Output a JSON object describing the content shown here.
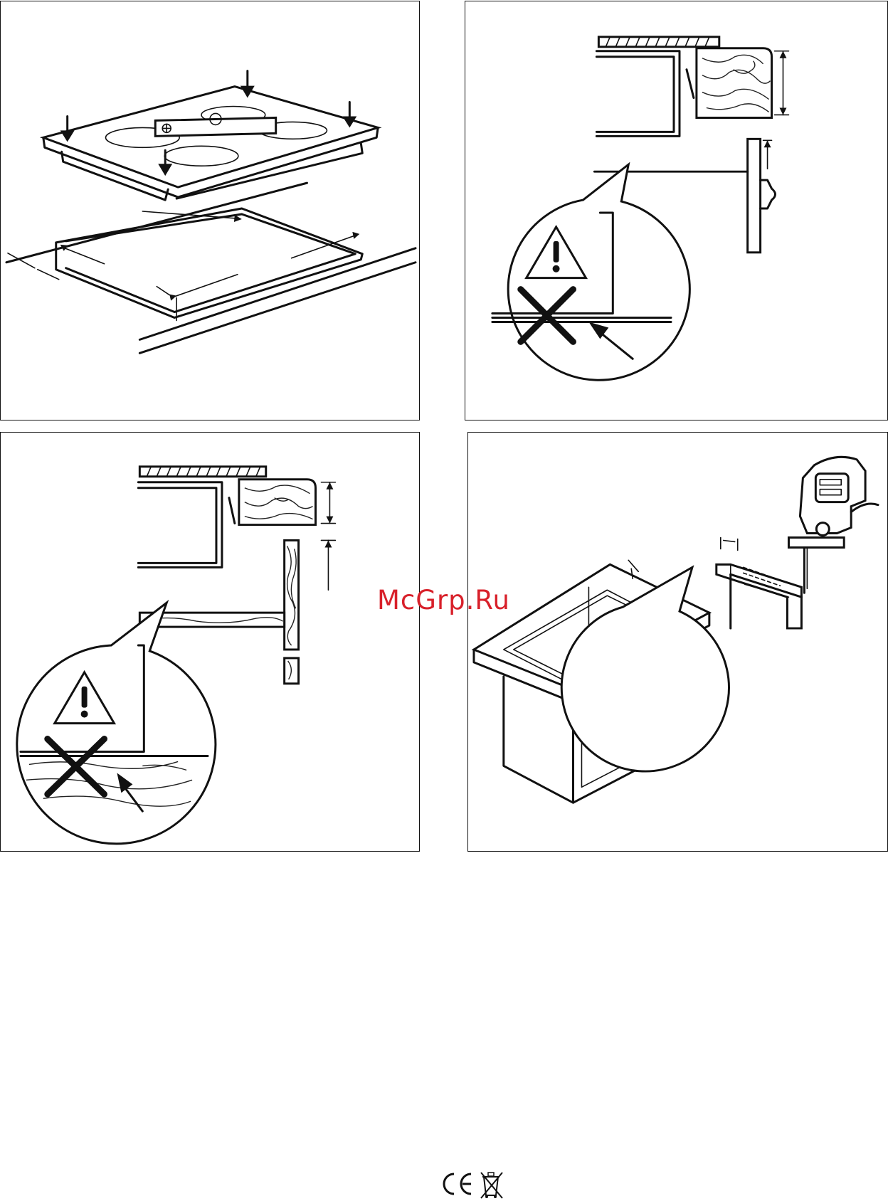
{
  "watermark": "McGrp.Ru",
  "figures": [
    {
      "id": "hob-seal-placement"
    },
    {
      "id": "worktop-edge-warning"
    },
    {
      "id": "worktop-shelf-warning"
    },
    {
      "id": "cutout-jigsaw"
    }
  ],
  "footer_marks": [
    "ce-mark-icon",
    "weee-bin-icon"
  ]
}
